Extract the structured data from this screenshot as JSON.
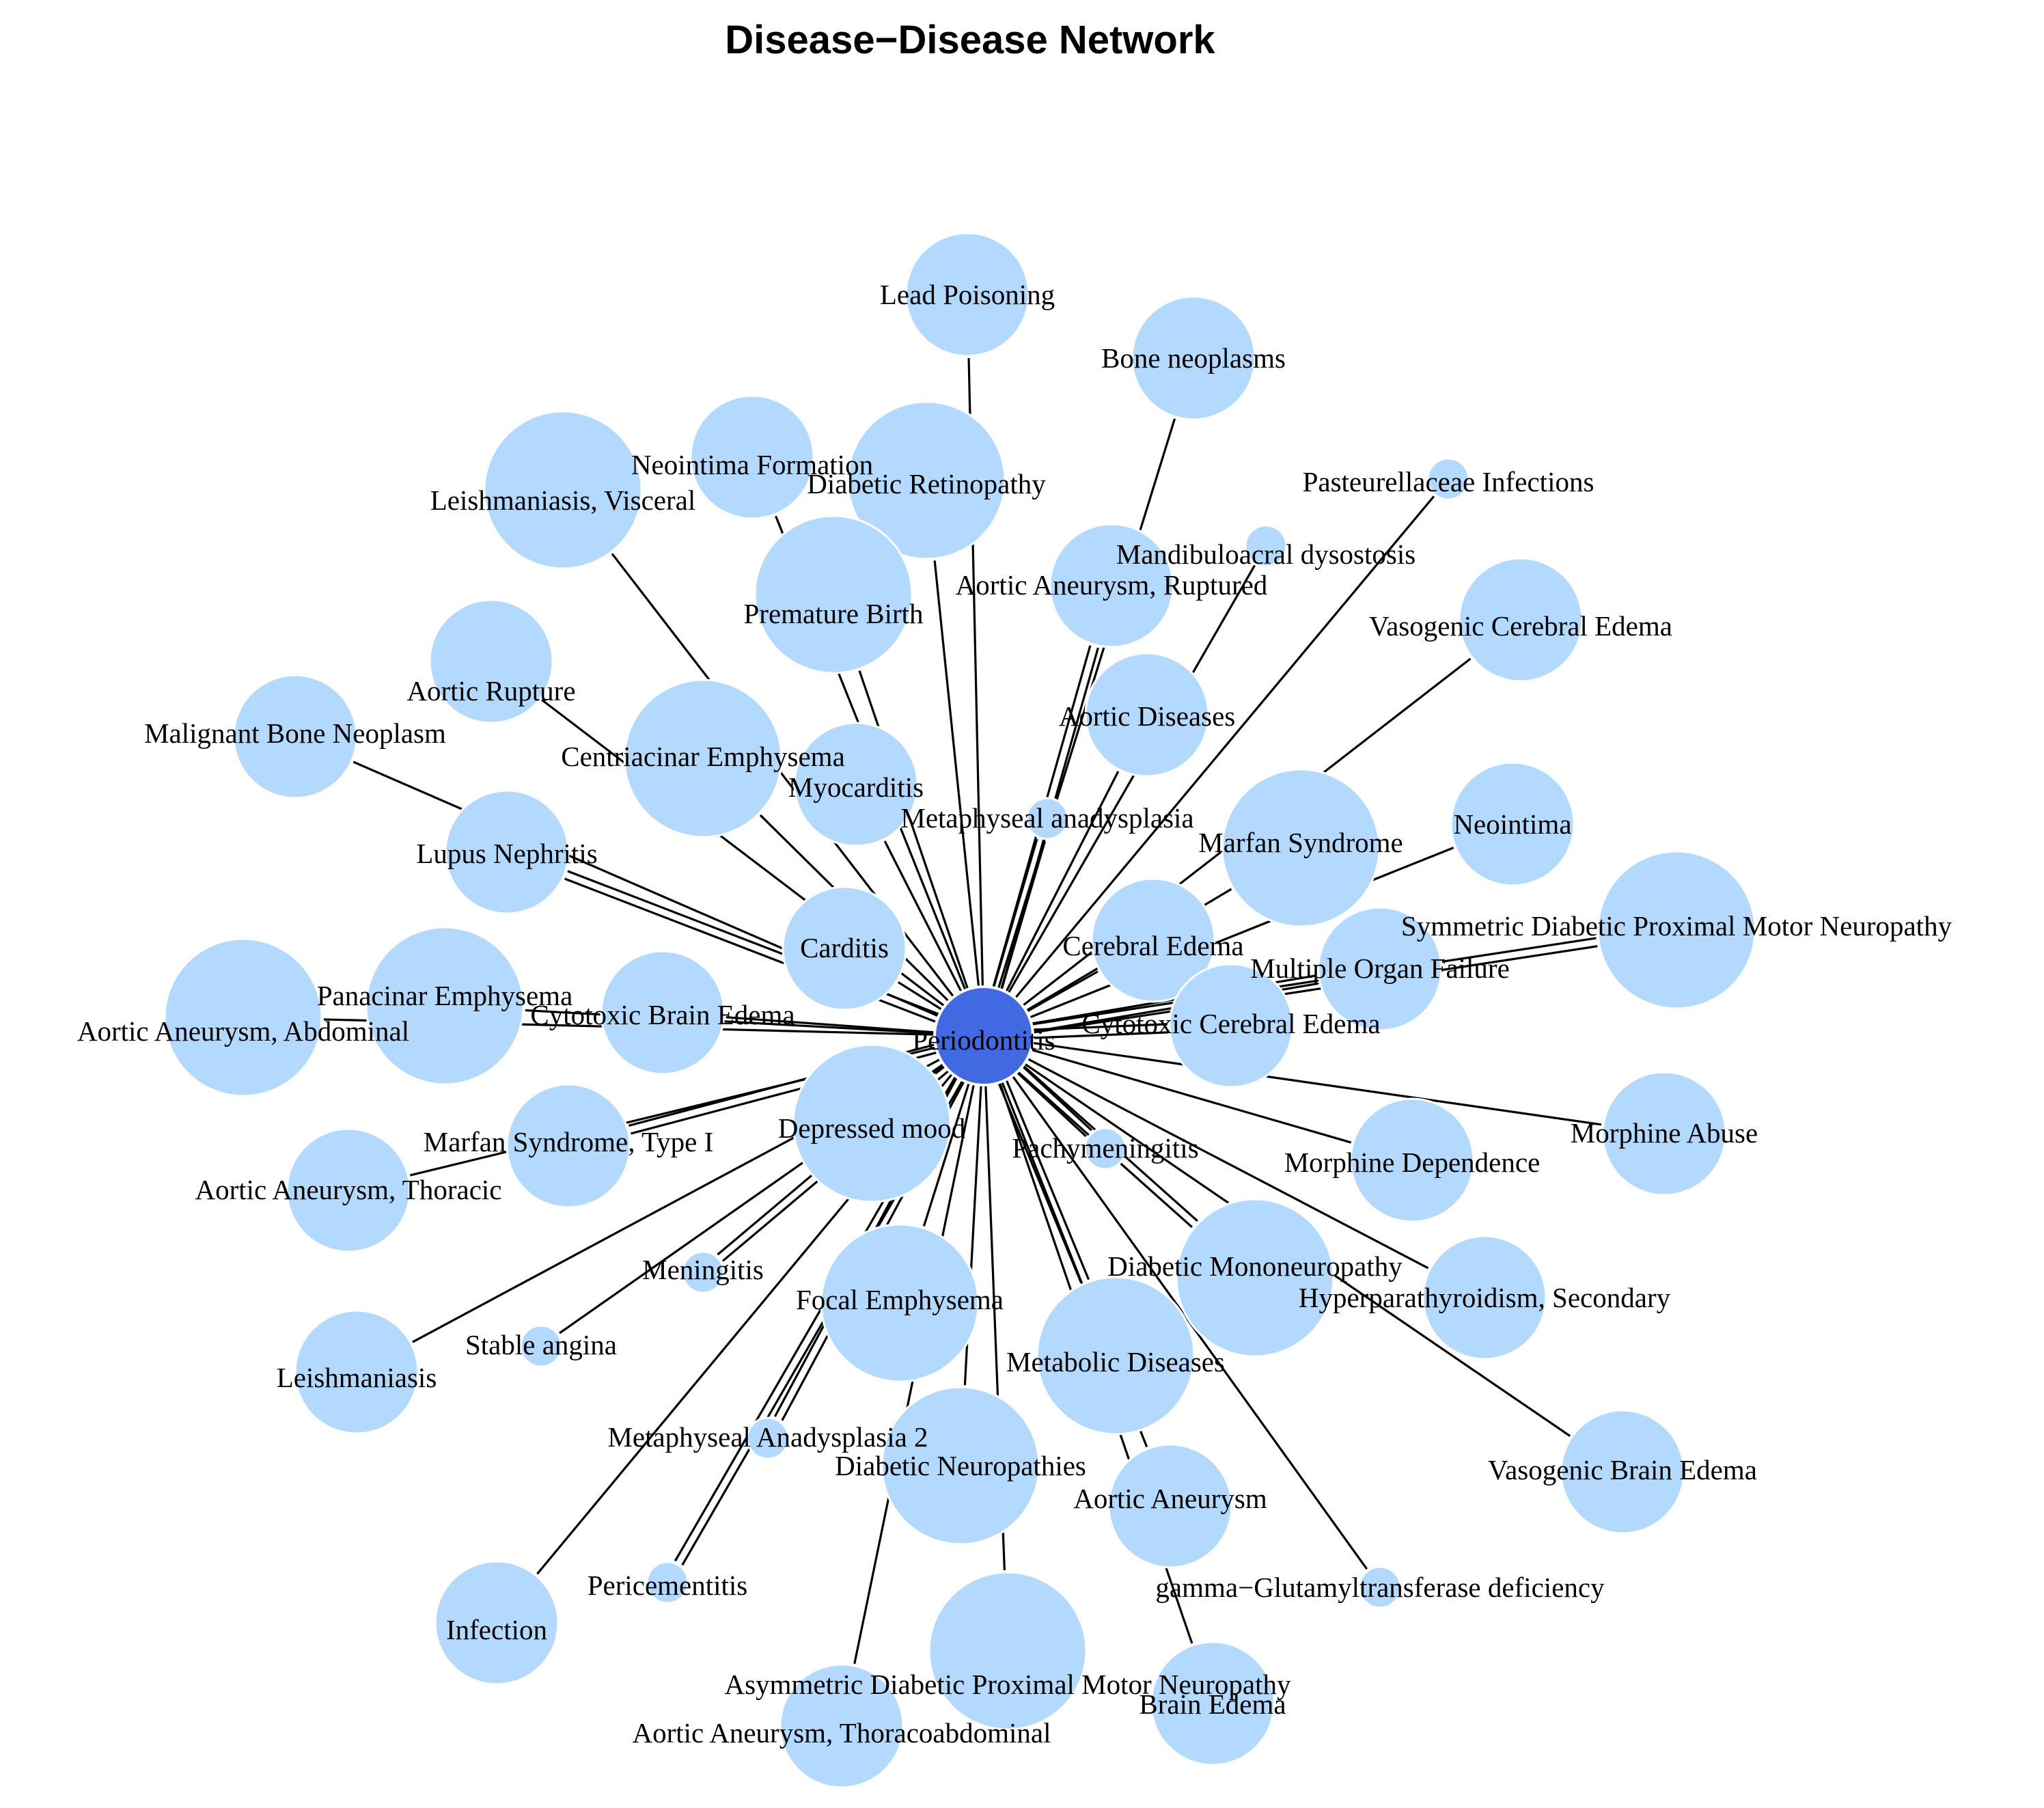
{
  "title": "Disease−Disease Network",
  "colors": {
    "background": "#ffffff",
    "center_node": "#4169e1",
    "leaf_node": "#b3d9ff",
    "node_stroke": "#ffffff",
    "edge": "#000000",
    "label": "#000000"
  },
  "center": {
    "label": "Periodontitis"
  },
  "nodes": [
    {
      "label": "Lead Poisoning",
      "size": 2
    },
    {
      "label": "Bone neoplasms",
      "size": 2
    },
    {
      "label": "Neointima Formation",
      "size": 2
    },
    {
      "label": "Diabetic Retinopathy",
      "size": 3
    },
    {
      "label": "Leishmaniasis, Visceral",
      "size": 3
    },
    {
      "label": "Pasteurellaceae Infections",
      "size": 1
    },
    {
      "label": "Mandibuloacral dysostosis",
      "size": 1
    },
    {
      "label": "Aortic Aneurysm, Ruptured",
      "size": 2
    },
    {
      "label": "Premature Birth",
      "size": 3
    },
    {
      "label": "Vasogenic Cerebral Edema",
      "size": 2
    },
    {
      "label": "Aortic Rupture",
      "size": 2
    },
    {
      "label": "Aortic Diseases",
      "size": 2
    },
    {
      "label": "Malignant Bone Neoplasm",
      "size": 2
    },
    {
      "label": "Centriacinar Emphysema",
      "size": 3
    },
    {
      "label": "Myocarditis",
      "size": 2
    },
    {
      "label": "Metaphyseal anadysplasia",
      "size": 1
    },
    {
      "label": "Neointima",
      "size": 2
    },
    {
      "label": "Marfan Syndrome",
      "size": 3
    },
    {
      "label": "Lupus Nephritis",
      "size": 2
    },
    {
      "label": "Symmetric Diabetic Proximal Motor Neuropathy",
      "size": 3
    },
    {
      "label": "Carditis",
      "size": 2
    },
    {
      "label": "Cerebral Edema",
      "size": 2
    },
    {
      "label": "Multiple Organ Failure",
      "size": 2
    },
    {
      "label": "Panacinar Emphysema",
      "size": 3
    },
    {
      "label": "Aortic Aneurysm, Abdominal",
      "size": 3
    },
    {
      "label": "Cytotoxic Brain Edema",
      "size": 2
    },
    {
      "label": "Cytotoxic Cerebral Edema",
      "size": 2
    },
    {
      "label": "Morphine Abuse",
      "size": 2
    },
    {
      "label": "Marfan Syndrome, Type I",
      "size": 2
    },
    {
      "label": "Depressed mood",
      "size": 3
    },
    {
      "label": "Pachymeningitis",
      "size": 1
    },
    {
      "label": "Morphine Dependence",
      "size": 2
    },
    {
      "label": "Aortic Aneurysm, Thoracic",
      "size": 2
    },
    {
      "label": "Diabetic Mononeuropathy",
      "size": 3
    },
    {
      "label": "Hyperparathyroidism, Secondary",
      "size": 2
    },
    {
      "label": "Meningitis",
      "size": 1
    },
    {
      "label": "Focal Emphysema",
      "size": 3
    },
    {
      "label": "Stable angina",
      "size": 1
    },
    {
      "label": "Leishmaniasis",
      "size": 2
    },
    {
      "label": "Metabolic Diseases",
      "size": 3
    },
    {
      "label": "Metaphyseal Anadysplasia 2",
      "size": 1
    },
    {
      "label": "Diabetic Neuropathies",
      "size": 3
    },
    {
      "label": "Vasogenic Brain Edema",
      "size": 2
    },
    {
      "label": "Aortic Aneurysm",
      "size": 2
    },
    {
      "label": "Infection",
      "size": 2
    },
    {
      "label": "Pericementitis",
      "size": 1
    },
    {
      "label": "gamma−Glutamyltransferase deficiency",
      "size": 1
    },
    {
      "label": "Asymmetric Diabetic Proximal Motor Neuropathy",
      "size": 3
    },
    {
      "label": "Brain Edema",
      "size": 2
    },
    {
      "label": "Aortic Aneurysm, Thoracoabdominal",
      "size": 2
    }
  ]
}
